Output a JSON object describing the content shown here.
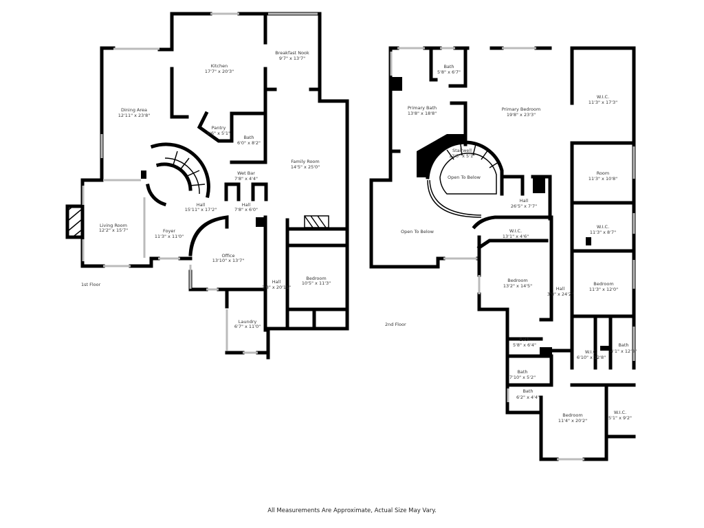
{
  "floors": [
    {
      "label": "1st Floor",
      "rooms": [
        {
          "name": "Kitchen",
          "size": "17'7\" x 20'3\""
        },
        {
          "name": "Breakfast Nook",
          "size": "9'7\" x 13'7\""
        },
        {
          "name": "Dining Area",
          "size": "12'11\" x 23'8\""
        },
        {
          "name": "Pantry",
          "size": "5'6\" x 5'1\""
        },
        {
          "name": "Bath",
          "size": "6'0\" x 8'2\""
        },
        {
          "name": "Family Room",
          "size": "14'5\" x 25'0\""
        },
        {
          "name": "Wet Bar",
          "size": "7'8\" x 4'4\""
        },
        {
          "name": "Hall",
          "size": "15'11\" x 17'2\""
        },
        {
          "name": "Hall",
          "size": "7'8\" x 6'0\""
        },
        {
          "name": "Living Room",
          "size": "12'2\" x 15'7\""
        },
        {
          "name": "Foyer",
          "size": "11'3\" x 11'0\""
        },
        {
          "name": "Office",
          "size": "13'10\" x 13'7\""
        },
        {
          "name": "Hall",
          "size": "3'8\" x 20'11\""
        },
        {
          "name": "Bedroom",
          "size": "10'5\" x 11'3\""
        },
        {
          "name": "Laundry",
          "size": "6'7\" x 11'0\""
        }
      ]
    },
    {
      "label": "2nd Floor",
      "rooms": [
        {
          "name": "Bath",
          "size": "5'8\" x 6'7\""
        },
        {
          "name": "Primary Bath",
          "size": "13'8\" x 18'8\""
        },
        {
          "name": "Primary Bedroom",
          "size": "19'8\" x 23'3\""
        },
        {
          "name": "W.I.C.",
          "size": "11'3\" x 17'3\""
        },
        {
          "name": "Stairwell",
          "size": "12'3\" x 5'1\""
        },
        {
          "name": "Open To Below",
          "size": ""
        },
        {
          "name": "Room",
          "size": "11'3\" x 10'8\""
        },
        {
          "name": "Hall",
          "size": "26'5\" x 7'7\""
        },
        {
          "name": "Open To Below",
          "size": ""
        },
        {
          "name": "W.I.C.",
          "size": "13'1\" x 4'6\""
        },
        {
          "name": "W.I.C.",
          "size": "11'3\" x 8'7\""
        },
        {
          "name": "Bedroom",
          "size": "13'2\" x 14'5\""
        },
        {
          "name": "Hall",
          "size": "3'8\" x 24'2\""
        },
        {
          "name": "Bedroom",
          "size": "11'3\" x 12'0\""
        },
        {
          "name": "Bath",
          "size": "5'8\" x 6'4\""
        },
        {
          "name": "W.I.C.",
          "size": "6'10\" x 12'8\""
        },
        {
          "name": "Bath",
          "size": "4'1\" x 12'8\""
        },
        {
          "name": "Bath",
          "size": "7'10\" x 5'2\""
        },
        {
          "name": "Bath",
          "size": "6'2\" x 4'4\""
        },
        {
          "name": "Bedroom",
          "size": "11'4\" x 20'2\""
        },
        {
          "name": "W.I.C.",
          "size": "5'1\" x 9'2\""
        }
      ]
    }
  ],
  "footer_note": "All Measurements Are Approximate, Actual Size May Vary."
}
